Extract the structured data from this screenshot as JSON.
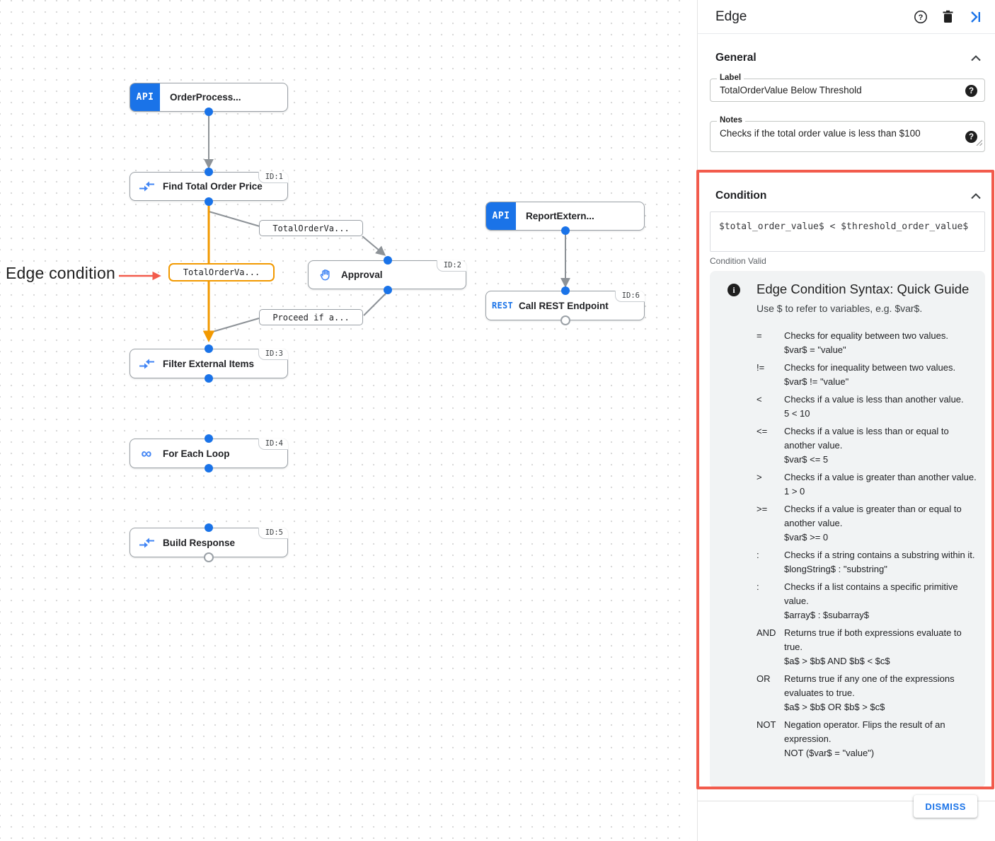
{
  "canvas": {
    "annotation_label": "Edge condition",
    "nodes": [
      {
        "badge": "API",
        "label": "OrderProcess...",
        "id": ""
      },
      {
        "label": "Find Total Order Price",
        "id": "ID:1"
      },
      {
        "badge": "API",
        "label": "ReportExtern...",
        "id": ""
      },
      {
        "label": "Approval",
        "id": "ID:2"
      },
      {
        "badge": "REST",
        "label": "Call REST Endpoint",
        "id": "ID:6"
      },
      {
        "label": "Filter External Items",
        "id": "ID:3"
      },
      {
        "label": "For Each Loop",
        "id": "ID:4"
      },
      {
        "label": "Build Response",
        "id": "ID:5"
      }
    ],
    "edge_labels": [
      {
        "text": "TotalOrderVa...",
        "selected": false
      },
      {
        "text": "TotalOrderVa...",
        "selected": true
      },
      {
        "text": "Proceed if a...",
        "selected": false
      }
    ],
    "loop_glyph": "∞"
  },
  "panel": {
    "title": "Edge",
    "general": {
      "heading": "General",
      "label_field": {
        "label": "Label",
        "value": "TotalOrderValue Below Threshold"
      },
      "notes_field": {
        "label": "Notes",
        "value": "Checks if the total order value is less than $100"
      }
    },
    "condition": {
      "heading": "Condition",
      "expression": "$total_order_value$ < $threshold_order_value$",
      "status": "Condition Valid",
      "guide": {
        "title": "Edge Condition Syntax: Quick Guide",
        "intro": "Use $ to refer to variables, e.g. $var$.",
        "info_glyph": "i",
        "operators": [
          {
            "op": "=",
            "desc": "Checks for equality between two values.",
            "example": "$var$ = \"value\""
          },
          {
            "op": "!=",
            "desc": "Checks for inequality between two values.",
            "example": "$var$ != \"value\""
          },
          {
            "op": "<",
            "desc": "Checks if a value is less than another value.",
            "example": "5 < 10"
          },
          {
            "op": "<=",
            "desc": "Checks if a value is less than or equal to another value.",
            "example": "$var$ <= 5"
          },
          {
            "op": ">",
            "desc": "Checks if a value is greater than another value.",
            "example": "1 > 0"
          },
          {
            "op": ">=",
            "desc": "Checks if a value is greater than or equal to another value.",
            "example": "$var$ >= 0"
          },
          {
            "op": ":",
            "desc": "Checks if a string contains a substring within it.",
            "example": "$longString$ : \"substring\""
          },
          {
            "op": ":",
            "desc": "Checks if a list contains a specific primitive value.",
            "example": "$array$ : $subarray$"
          },
          {
            "op": "AND",
            "desc": "Returns true if both expressions evaluate to true.",
            "example": "$a$ > $b$ AND $b$ < $c$"
          },
          {
            "op": "OR",
            "desc": "Returns true if any one of the expressions evaluates to true.",
            "example": "$a$ > $b$ OR $b$ > $c$"
          },
          {
            "op": "NOT",
            "desc": "Negation operator. Flips the result of an expression.",
            "example": "NOT ($var$ = \"value\")"
          }
        ]
      }
    },
    "help_glyph": "?",
    "dismiss_label": "DISMISS"
  },
  "colors": {
    "accent_blue": "#1a73e8",
    "selected_orange": "#f29900",
    "highlight_red": "#f25b4c",
    "edge_gray": "#8d9297"
  }
}
